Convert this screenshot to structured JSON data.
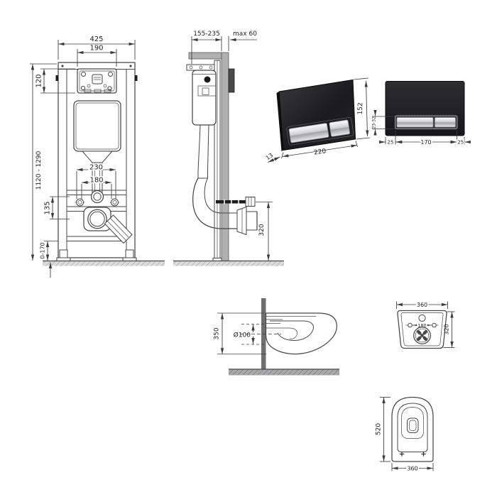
{
  "drawing": {
    "frame_front": {
      "total_width": "425",
      "window_width": "190",
      "window_height": "120",
      "install_height": "1120 - 1290",
      "outlet_spacing": "230",
      "stud_spacing": "180",
      "outlet_offset": "135",
      "base_adjust": "0-170"
    },
    "frame_side": {
      "depth_range": "155-235",
      "wall_max": "max 60",
      "outlet_height": "320"
    },
    "plate_3d": {
      "height": "152",
      "width": "220",
      "depth": "13"
    },
    "plate_front": {
      "margin_left": "25",
      "buttons_width": "170",
      "margin_right": "25",
      "button_height": "23-32"
    },
    "bowl_side": {
      "height": "350",
      "drain_diameter": "Ø100"
    },
    "bowl_rear": {
      "width": "360",
      "height": "320",
      "stud_spacing": "180"
    },
    "bowl_top": {
      "length": "520",
      "width": "360"
    }
  },
  "colors": {
    "line": "#474747",
    "dimension": "#3c3c3c",
    "text": "#1f1f1f",
    "wall_fill": "#b0b0b0",
    "plate_black": "#1a1a1c",
    "chrome_light": "#fafafa",
    "chrome_dark": "#9fa1a3"
  }
}
